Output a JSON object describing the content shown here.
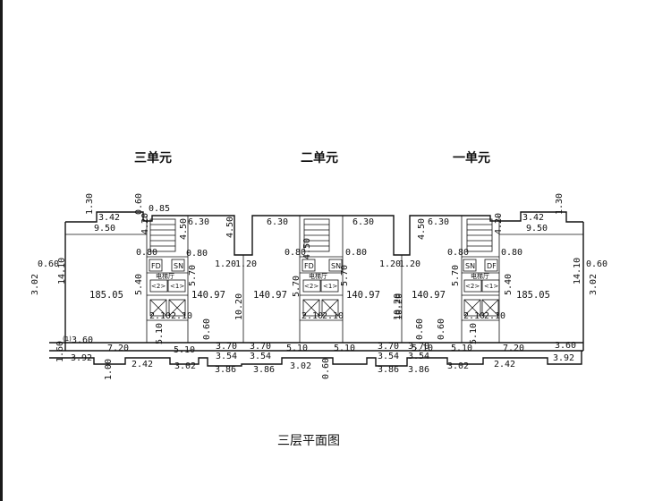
{
  "title": "三层平面图",
  "units": {
    "unit3": "三单元",
    "unit2": "二单元",
    "unit1": "一单元"
  },
  "areas": {
    "u3_left": "185.05",
    "u3_right": "140.97",
    "u2_left": "140.97",
    "u2_right": "140.97",
    "u1_left": "140.97",
    "u1_right": "185.05"
  },
  "room_labels": {
    "fd": "FD",
    "sn": "SN",
    "df": "DF",
    "hall": "电梯厅",
    "lift2": "<2>",
    "lift1": "<1>",
    "ref1": "(1)"
  },
  "dims": {
    "a1": "1.30",
    "a2": "0.60",
    "a3": "0.85",
    "a4": "3.42",
    "a5": "9.50",
    "a6": "4.20",
    "a7": "0.80",
    "a8": "6.30",
    "a9": "4.50",
    "a10": "0.80",
    "a11": "0.60",
    "a12": "3.02",
    "a13": "14.10",
    "a14": "5.40",
    "a15": "5.70",
    "a16": "2.10",
    "a17": "2.10",
    "a18": "10.20",
    "a19": "5.10",
    "a20": "1.20",
    "a21": "1.20",
    "a22": "3.60",
    "a23": "7.20",
    "a24": "3.92",
    "a25": "2.42",
    "a26": "5.10",
    "a27": "3.02",
    "a28": "0.60",
    "a29": "3.70",
    "a30": "3.54",
    "a31": "3.86",
    "a32": "1.60",
    "a33": "1.00",
    "b1": "6.30",
    "b2": "6.30",
    "b3": "4.50",
    "b4": "0.80",
    "b5": "0.80",
    "b6": "5.70",
    "b7": "5.70",
    "b8": "2.10",
    "b9": "2.10",
    "b10": "10.20",
    "b11": "5.10",
    "b12": "5.10",
    "b13": "3.70",
    "b14": "3.54",
    "b15": "3.02",
    "b16": "3.86",
    "b17": "0.60",
    "b18": "1.20",
    "b19": "1.20",
    "b20": "3.86",
    "b21": "3.54",
    "b22": "3.70",
    "b23": "5.10",
    "c1": "6.30",
    "c2": "4.50",
    "c3": "4.20",
    "c4": "0.80",
    "c5": "0.80",
    "c6": "5.70",
    "c7": "5.40",
    "c8": "2.10",
    "c9": "2.10",
    "c10": "10.20",
    "c11": "5.10",
    "c12": "5.10",
    "c13": "0.60",
    "c14": "3.02",
    "c15": "7.20",
    "c16": "2.42",
    "c17": "3.60",
    "c18": "3.92",
    "c19": "3.42",
    "c20": "9.50",
    "c21": "1.30",
    "c22": "0.60",
    "c23": "3.02",
    "c24": "14.10",
    "c25": "3.70",
    "c26": "3.54",
    "c27": "3.86",
    "c28": "0.60"
  }
}
